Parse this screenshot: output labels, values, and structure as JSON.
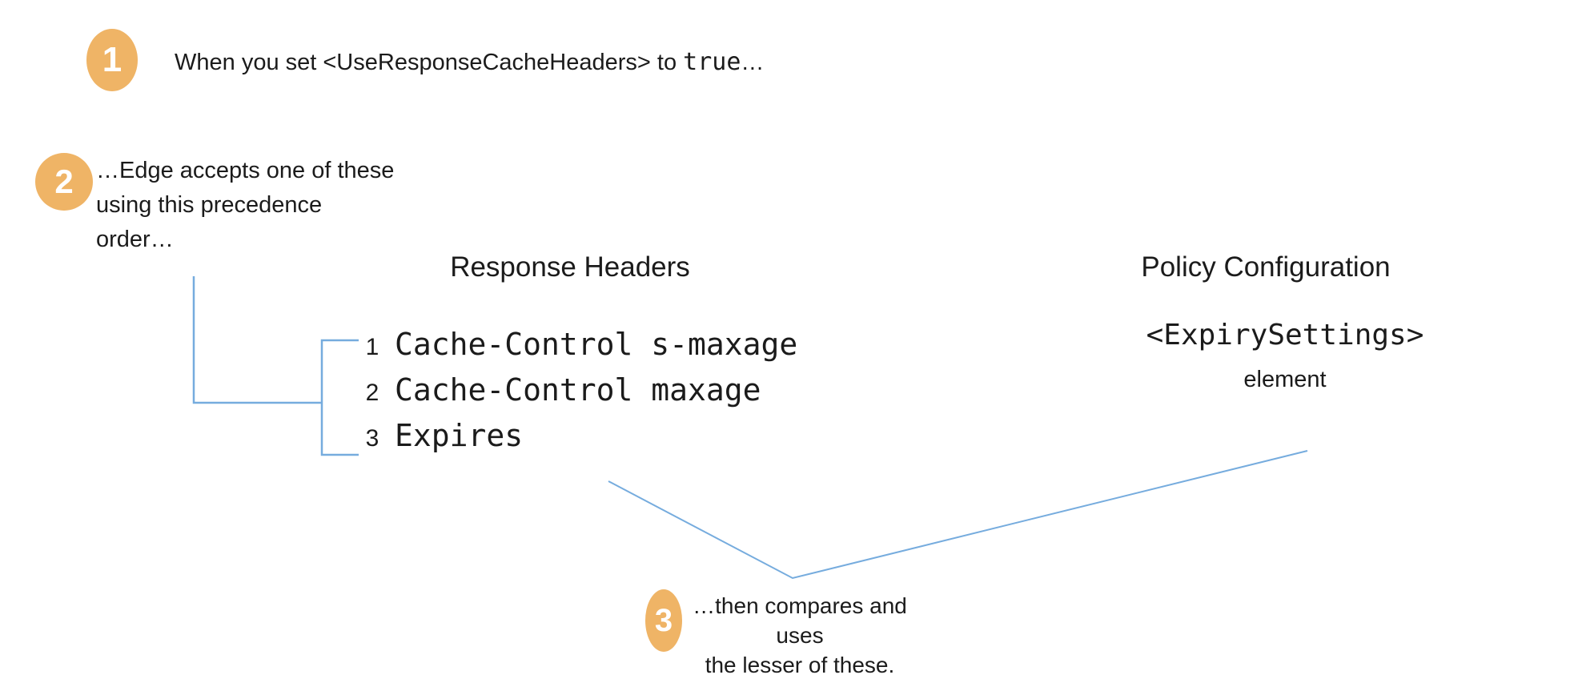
{
  "colors": {
    "accent_orange": "#EFB466",
    "line_blue": "#76ACDE",
    "text_color": "#1b1b1b",
    "bg_color": "#ffffff"
  },
  "step1": {
    "number": "1",
    "text_before": "When you set <UseResponseCacheHeaders> to ",
    "code": "true",
    "text_after": "…"
  },
  "step2": {
    "number": "2",
    "lines": [
      "…Edge accepts one of these",
      "using this precedence",
      "order…"
    ]
  },
  "columns": {
    "response_headers": {
      "title": "Response Headers",
      "items": [
        {
          "rank": "1",
          "name": "Cache-Control s-maxage"
        },
        {
          "rank": "2",
          "name": "Cache-Control maxage"
        },
        {
          "rank": "3",
          "name": "Expires"
        }
      ]
    },
    "policy_configuration": {
      "title": "Policy Configuration",
      "code": "<ExpirySettings>",
      "label": "element"
    }
  },
  "step3": {
    "number": "3",
    "lines": [
      "…then compares and uses",
      "the lesser of these."
    ]
  }
}
